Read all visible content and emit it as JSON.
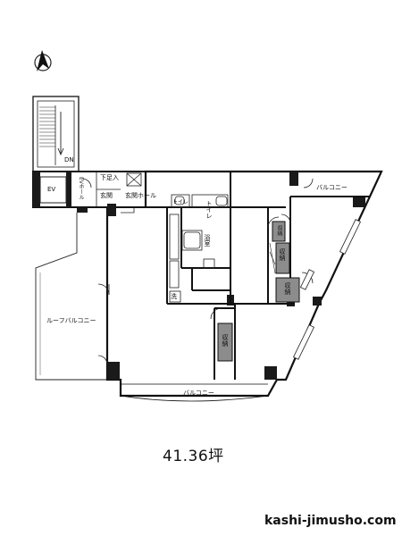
{
  "labels": {
    "dn": "DN",
    "ev": "EV",
    "ev_hall": "EVホール",
    "shoe_storage": "下足入",
    "entrance": "玄関",
    "entrance_hall": "玄関ホール",
    "toilet_small": "トイレ",
    "toilet_right": "トイレ",
    "bath": "浴室",
    "wash": "洗",
    "storage_1": "収納",
    "storage_2": "収納",
    "storage_3": "収納",
    "storage_4": "収納",
    "balcony_ne": "バルコニー",
    "roof_balcony": "ルーフバルコニー",
    "balcony_s": "バルコニー"
  },
  "area": "41.36坪",
  "site": "kashi-jimusho.com",
  "colors": {
    "wall": "#1a1a1a",
    "storage": "#8c8c8c",
    "line": "#222222"
  }
}
